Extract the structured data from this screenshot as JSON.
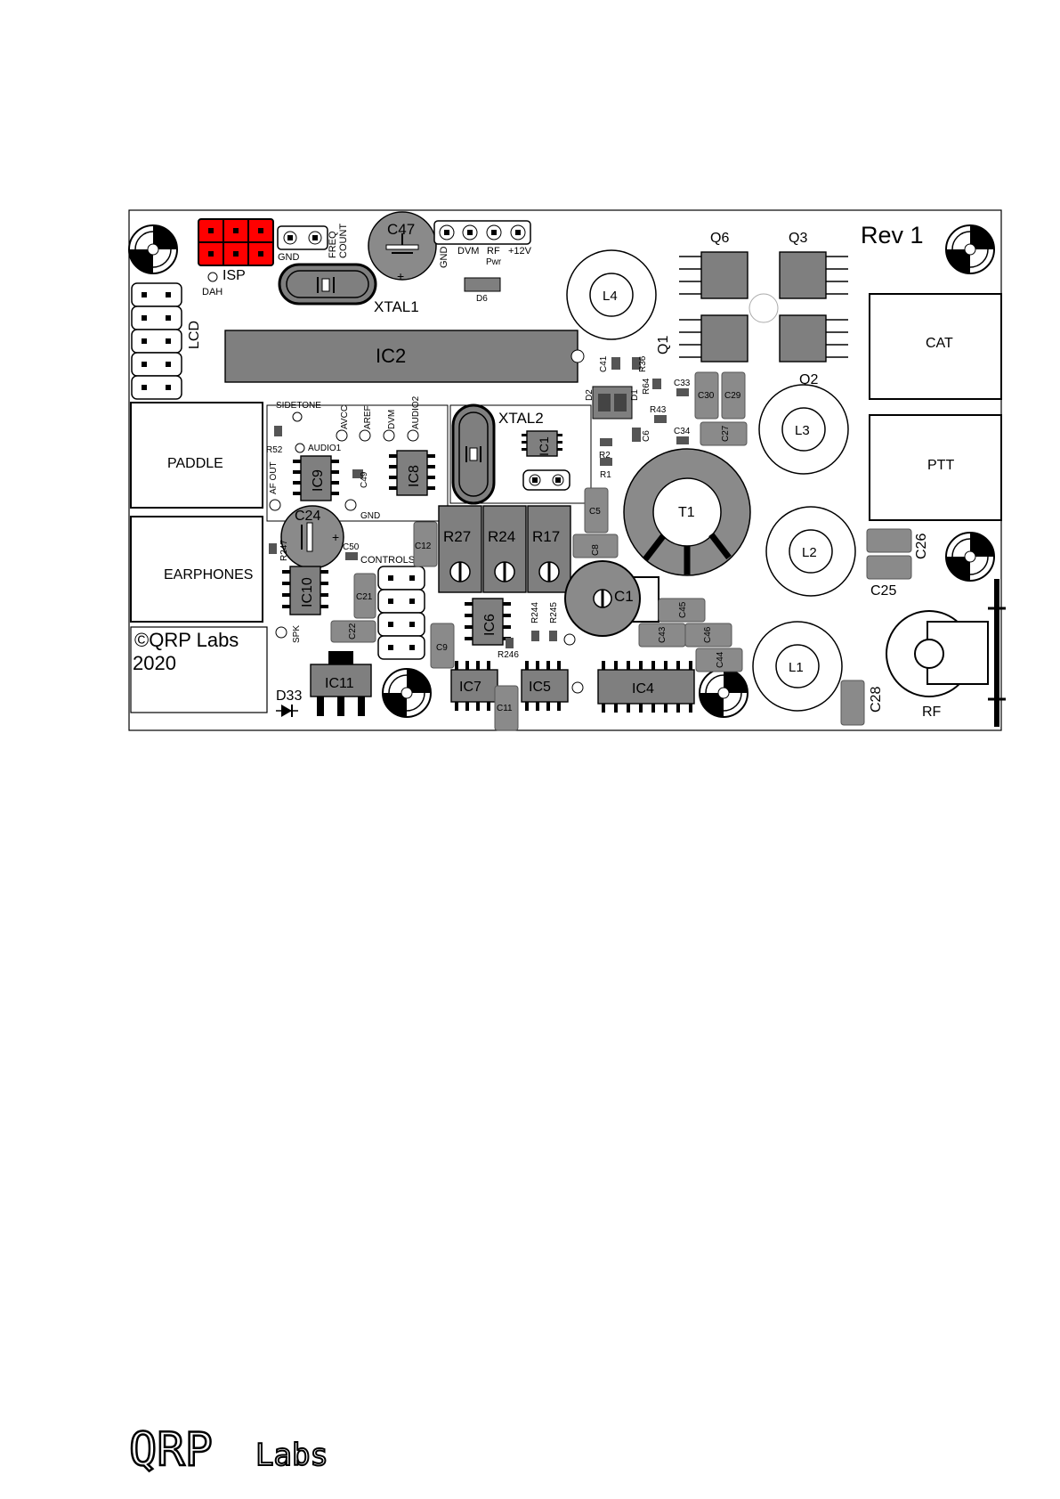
{
  "board": {
    "revision": "Rev 1",
    "copyright_line1": "©QRP Labs",
    "copyright_line2": "2020"
  },
  "connectors": {
    "paddle": "PADDLE",
    "earphones": "EARPHONES",
    "cat": "CAT",
    "ptt": "PTT",
    "rf": "RF",
    "lcd": "LCD",
    "isp": "ISP"
  },
  "header_labels": {
    "dah": "DAH",
    "gnd1": "GND",
    "freq": "FREQ",
    "count": "COUNT",
    "gnd2": "GND",
    "dvm": "DVM",
    "rf": "RF",
    "pwr": "Pwr",
    "v12": "+12V",
    "sidetone": "SIDETONE",
    "avcc": "AVCC",
    "aref": "AREF",
    "dvm2": "DVM",
    "audio2": "AUDIO2",
    "audio1": "AUDIO1",
    "af_out": "AF OUT",
    "gnd3": "GND",
    "controls": "CONTROLS",
    "spk": "SPK"
  },
  "components": {
    "ic2": "IC2",
    "ic1": "IC1",
    "ic4": "IC4",
    "ic5": "IC5",
    "ic6": "IC6",
    "ic7": "IC7",
    "ic8": "IC8",
    "ic9": "IC9",
    "ic10": "IC10",
    "ic11": "IC11",
    "xtal1": "XTAL1",
    "xtal2": "XTAL2",
    "q1": "Q1",
    "q2": "Q2",
    "q3": "Q3",
    "q6": "Q6",
    "l1": "L1",
    "l2": "L2",
    "l3": "L3",
    "l4": "L4",
    "t1": "T1",
    "r17": "R17",
    "r24": "R24",
    "r27": "R27",
    "c1": "C1",
    "c24": "C24",
    "c47": "C47",
    "c25": "C25",
    "c26": "C26",
    "c28": "C28",
    "c27": "C27",
    "c29": "C29",
    "c30": "C30",
    "c33": "C33",
    "c34": "C34",
    "c41": "C41",
    "c49": "C49",
    "c50": "C50",
    "c21": "C21",
    "c22": "C22",
    "c12": "C12",
    "c9": "C9",
    "c11": "C11",
    "c5": "C5",
    "c8": "C8",
    "c43": "C43",
    "c44": "C44",
    "c45": "C45",
    "c46": "C46",
    "c6": "C6",
    "r1": "R1",
    "r2": "R2",
    "r36": "R36",
    "r43": "R43",
    "r52": "R52",
    "r64": "R64",
    "r244": "R244",
    "r245": "R245",
    "r246": "R246",
    "r247": "R247",
    "d1": "D1",
    "d2": "D2",
    "d6": "D6",
    "d33": "D33"
  },
  "footer": {
    "logo_qrp": "QRP",
    "logo_labs": "Labs"
  },
  "colors": {
    "isp_header": "#ff0000",
    "component_fill": "#7f7f7f",
    "board_outline": "#000000"
  }
}
